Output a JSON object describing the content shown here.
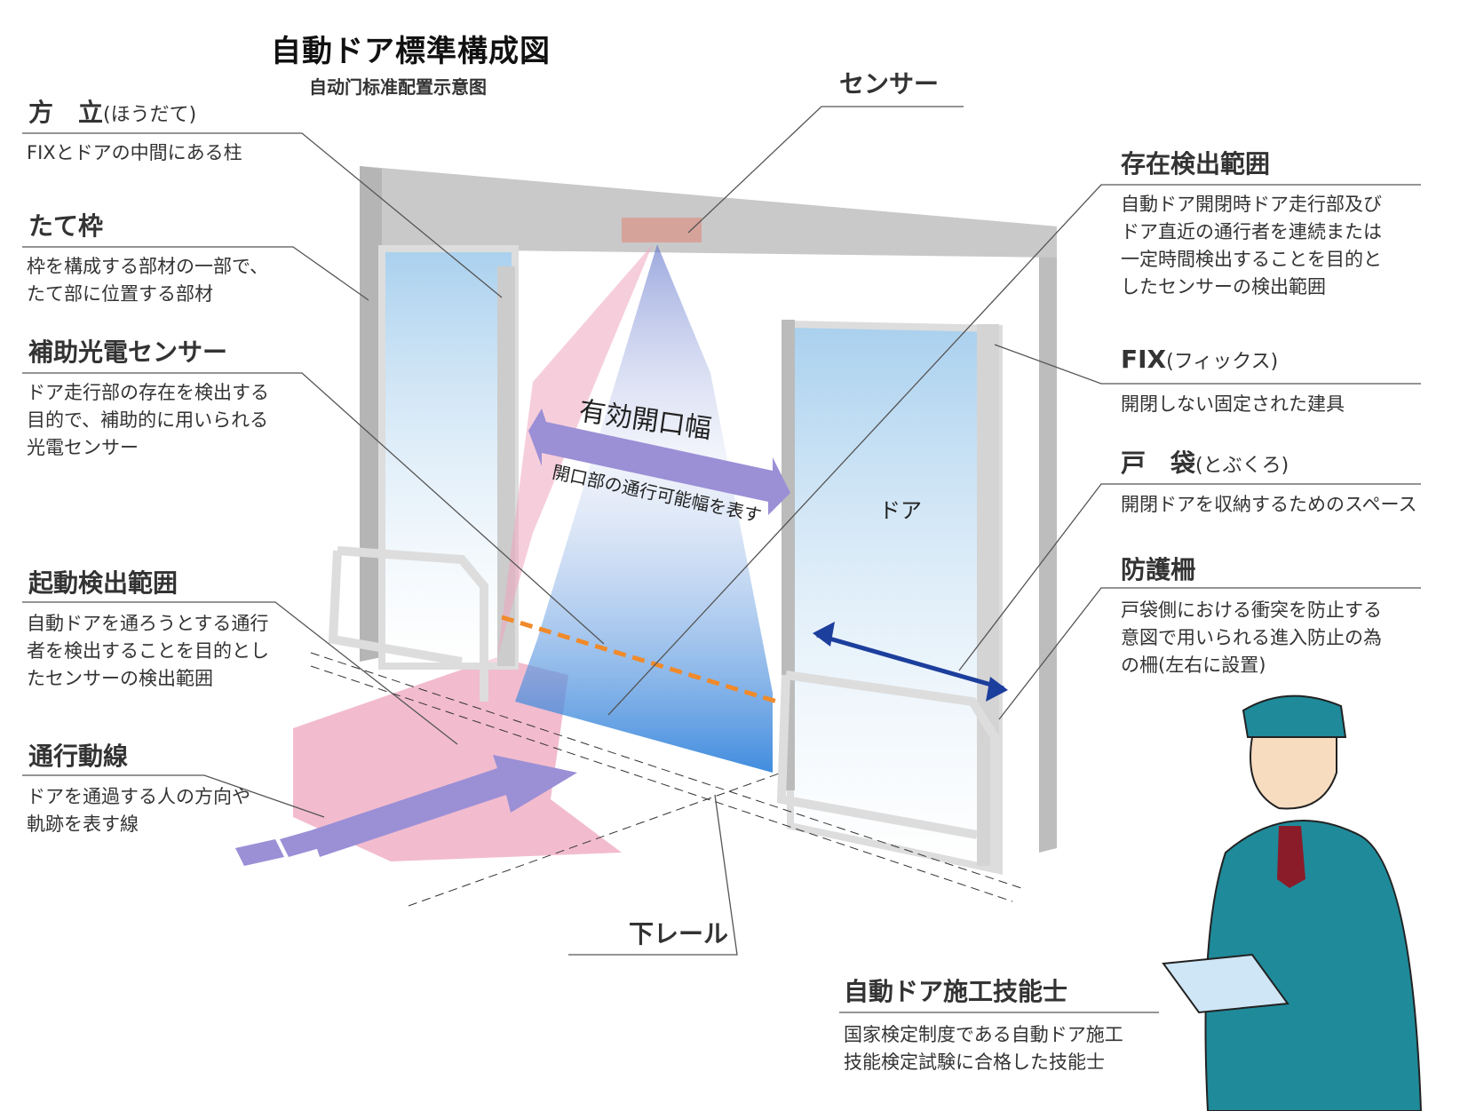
{
  "title": "自動ドア標準構成図",
  "subtitle": "自动门标准配置示意图",
  "left_labels": [
    {
      "heading": "方　立",
      "reading": "(ほうだて)",
      "desc": [
        "FIXとドアの中間にある柱"
      ]
    },
    {
      "heading": "たて枠",
      "reading": "",
      "desc": [
        "枠を構成する部材の一部で、",
        "たて部に位置する部材"
      ]
    },
    {
      "heading": "補助光電センサー",
      "reading": "",
      "desc": [
        "ドア走行部の存在を検出する",
        "目的で、補助的に用いられる",
        "光電センサー"
      ]
    },
    {
      "heading": "起動検出範囲",
      "reading": "",
      "desc": [
        "自動ドアを通ろうとする通行",
        "者を検出することを目的とし",
        "たセンサーの検出範囲"
      ]
    },
    {
      "heading": "通行動線",
      "reading": "",
      "desc": [
        "ドアを通過する人の方向や",
        "軌跡を表す線"
      ]
    }
  ],
  "right_labels": [
    {
      "heading": "存在検出範囲",
      "reading": "",
      "desc": [
        "自動ドア開閉時ドア走行部及び",
        "ドア直近の通行者を連続または",
        "一定時間検出することを目的と",
        "したセンサーの検出範囲"
      ]
    },
    {
      "heading": "FIX",
      "reading": "(フィックス)",
      "desc": [
        "開閉しない固定された建具"
      ]
    },
    {
      "heading": "戸　袋",
      "reading": "(とぶくろ)",
      "desc": [
        "開閉ドアを収納するためのスペース"
      ]
    },
    {
      "heading": "防護柵",
      "reading": "",
      "desc": [
        "戸袋側における衝突を防止する",
        "意図で用いられる進入防止の為",
        "の柵(左右に設置)"
      ]
    }
  ],
  "sensor_label": "センサー",
  "rail_label": "下レール",
  "technician": {
    "heading": "自動ドア施工技能士",
    "desc": [
      "国家検定制度である自動ドア施工",
      "技能検定試験に合格した技能士"
    ]
  },
  "inline": {
    "opening_width": "有効開口幅",
    "opening_desc": "開口部の通行可能幅を表す",
    "door": "ドア"
  },
  "colors": {
    "frame": "#c8c8c8",
    "pink": "#eea5bd",
    "blue": "#2a7fd6",
    "arrow": "#9b8fd6",
    "uniform": "#1f8a9a"
  }
}
